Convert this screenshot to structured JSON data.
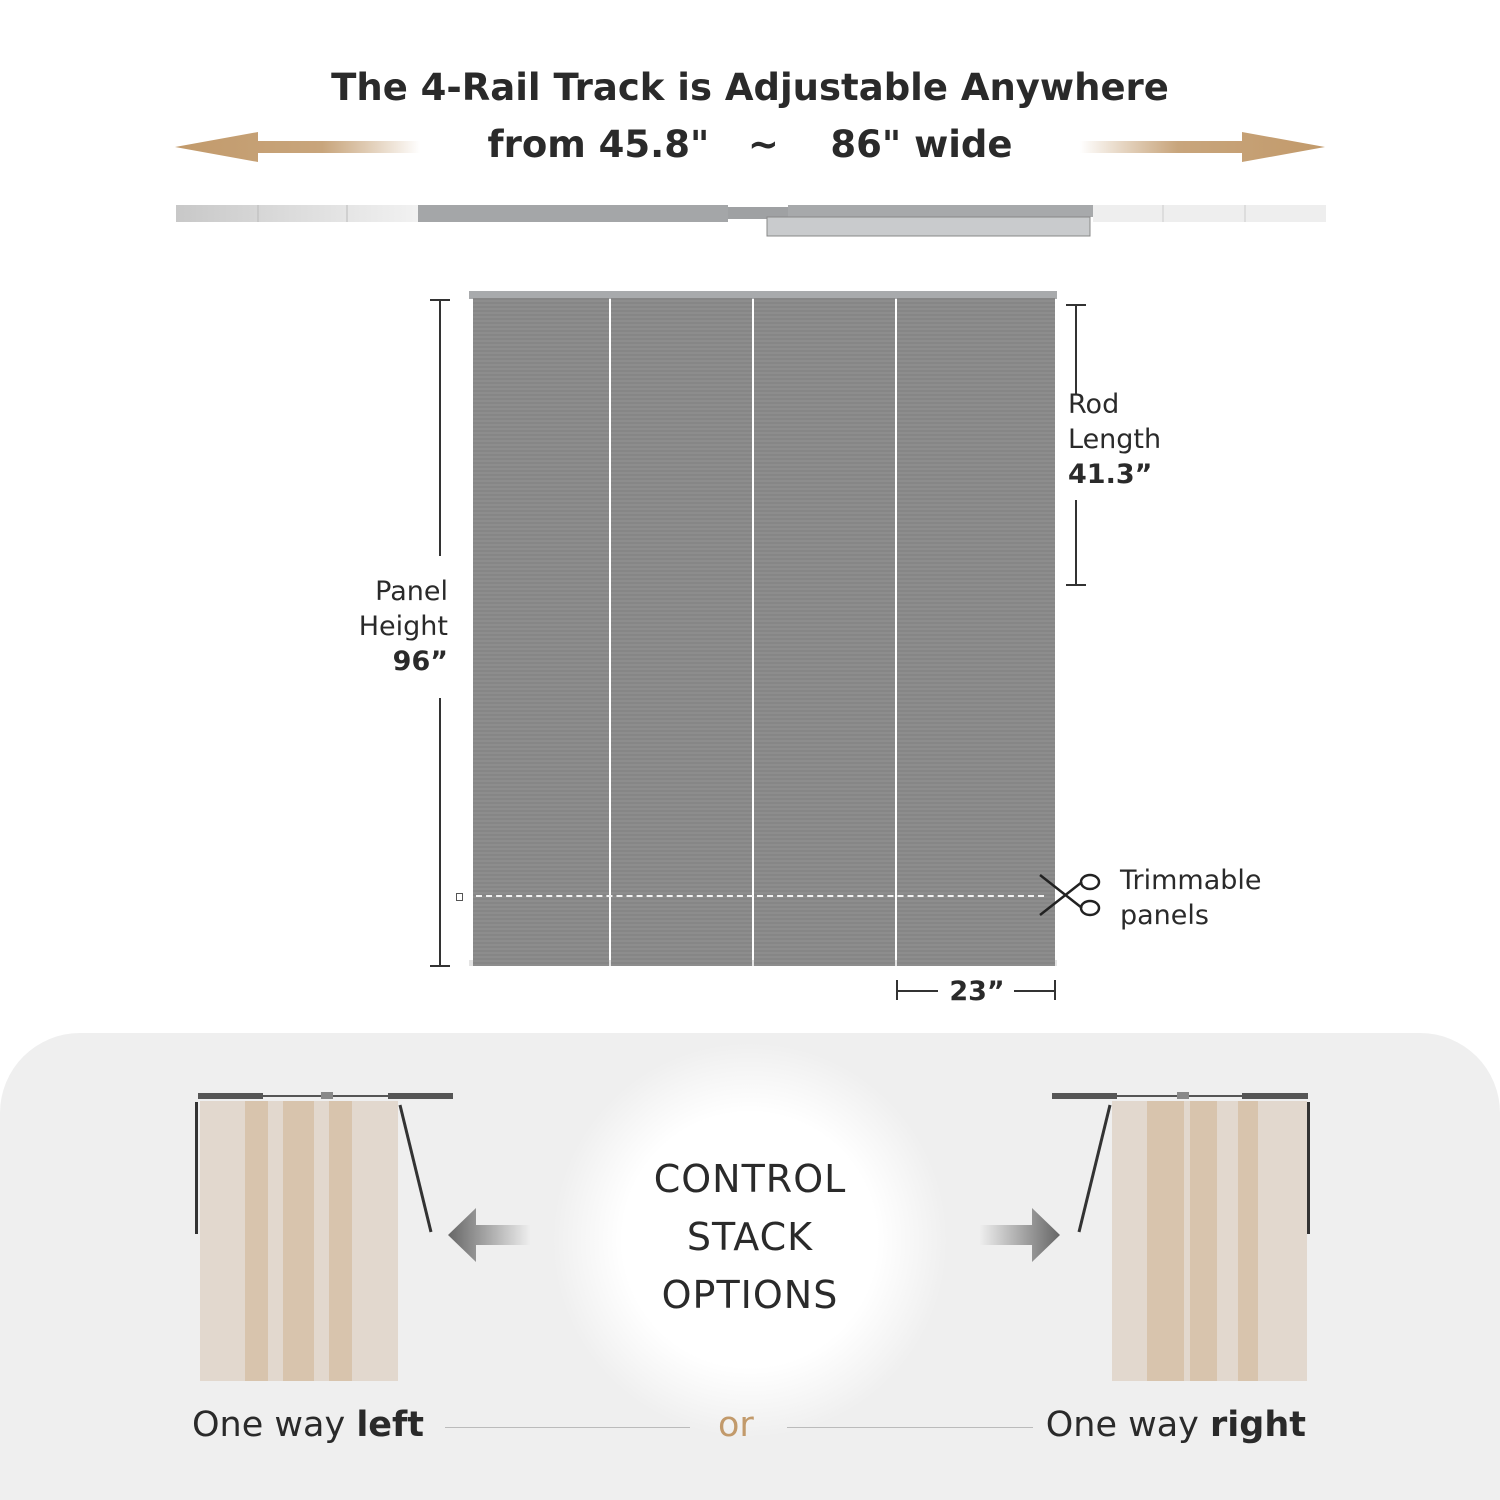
{
  "title": {
    "line1": "The 4-Rail Track is Adjustable Anywhere",
    "line2": "from 45.8\"   ~    86\" wide"
  },
  "dimensions": {
    "panel_height_label1": "Panel",
    "panel_height_label2": "Height",
    "panel_height_value": "96”",
    "rod_length_label1": "Rod",
    "rod_length_label2": "Length",
    "rod_length_value": "41.3”",
    "trim_label1": "Trimmable",
    "trim_label2": "panels",
    "panel_width_value": "23”"
  },
  "control": {
    "line1": "CONTROL",
    "line2": "STACK",
    "line3": "OPTIONS"
  },
  "options": {
    "left_prefix": "One way ",
    "left_bold": "left",
    "or": "or",
    "right_prefix": "One way ",
    "right_bold": "right"
  },
  "colors": {
    "accent": "#c29a6b",
    "panel": "#8a8a8a",
    "bottom_bg": "#efefef",
    "fabric_light": "#e2d8ce",
    "fabric_dark": "#d8c4ad"
  }
}
